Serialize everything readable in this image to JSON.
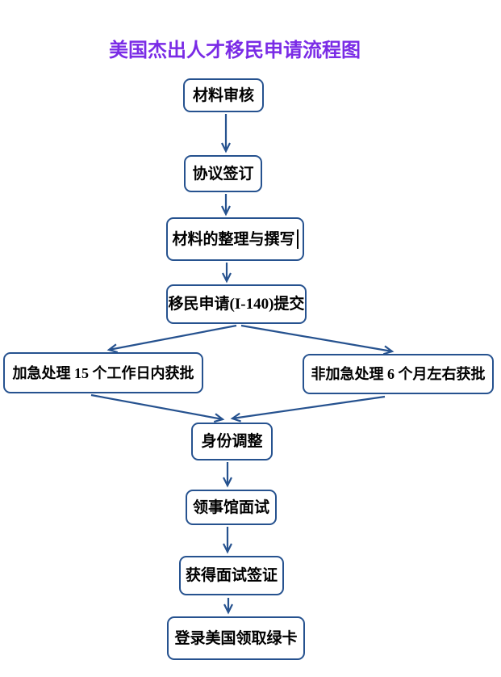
{
  "title": {
    "text": "美国杰出人才移民申请流程图"
  },
  "colors": {
    "accent": "#7A2BE6",
    "line": "#26528F",
    "node-text": "#000000",
    "bg": "#FFFFFF"
  },
  "flowchart": {
    "type": "flowchart",
    "direction": "top-down",
    "nodes": [
      {
        "id": "material-review",
        "label": "材料审核"
      },
      {
        "id": "agreement-signing",
        "label": "协议签订"
      },
      {
        "id": "material-preparation",
        "label": "材料的整理与撰写"
      },
      {
        "id": "i140-submission",
        "label": "移民申请(I-140)提交"
      },
      {
        "id": "premium-processing",
        "label": "加急处理 15 个工作日内获批"
      },
      {
        "id": "regular-processing",
        "label": "非加急处理 6 个月左右获批"
      },
      {
        "id": "status-adjustment",
        "label": "身份调整"
      },
      {
        "id": "consulate-interview",
        "label": "领事馆面试"
      },
      {
        "id": "interview-visa",
        "label": "获得面试签证"
      },
      {
        "id": "green-card-landing",
        "label": "登录美国领取绿卡"
      }
    ],
    "edges": [
      {
        "from": "material-review",
        "to": "agreement-signing"
      },
      {
        "from": "agreement-signing",
        "to": "material-preparation"
      },
      {
        "from": "material-preparation",
        "to": "i140-submission"
      },
      {
        "from": "i140-submission",
        "to": "premium-processing"
      },
      {
        "from": "i140-submission",
        "to": "regular-processing"
      },
      {
        "from": "premium-processing",
        "to": "status-adjustment"
      },
      {
        "from": "regular-processing",
        "to": "status-adjustment"
      },
      {
        "from": "status-adjustment",
        "to": "consulate-interview"
      },
      {
        "from": "consulate-interview",
        "to": "interview-visa"
      },
      {
        "from": "interview-visa",
        "to": "green-card-landing"
      }
    ]
  }
}
